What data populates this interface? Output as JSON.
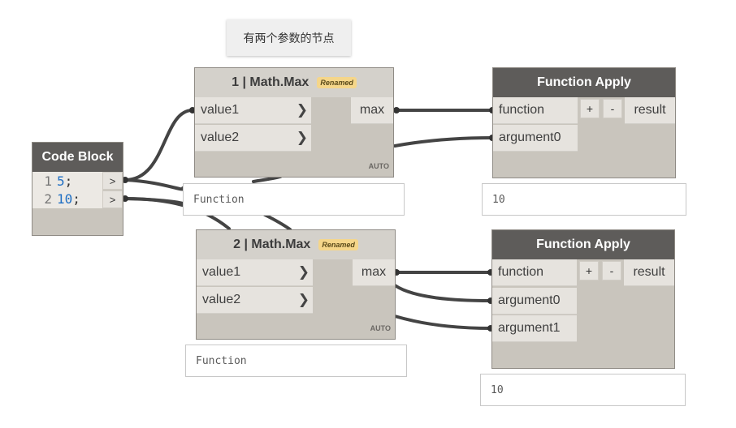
{
  "note": {
    "text": "有两个参数的节点"
  },
  "code_block": {
    "title": "Code Block",
    "lines": [
      {
        "number": "1",
        "code": "5",
        "suffix": ";"
      },
      {
        "number": "2",
        "code": "10",
        "suffix": ";"
      }
    ],
    "output_glyph": ">"
  },
  "max_nodes": [
    {
      "title": "1 | Math.Max",
      "badge": "Renamed",
      "inputs": [
        "value1",
        "value2"
      ],
      "output": "max",
      "lacing": "AUTO",
      "preview": "Function"
    },
    {
      "title": "2 | Math.Max",
      "badge": "Renamed",
      "inputs": [
        "value1",
        "value2"
      ],
      "output": "max",
      "lacing": "AUTO",
      "preview": "Function"
    }
  ],
  "apply_nodes": [
    {
      "title": "Function Apply",
      "inputs": [
        "function",
        "argument0"
      ],
      "add_label": "+",
      "remove_label": "-",
      "output": "result",
      "preview": "10"
    },
    {
      "title": "Function Apply",
      "inputs": [
        "function",
        "argument0",
        "argument1"
      ],
      "add_label": "+",
      "remove_label": "-",
      "output": "result",
      "preview": "10"
    }
  ],
  "colors": {
    "wire": "#444444",
    "header_dark": "#5e5c5a",
    "header_light": "#d4d1cb",
    "node_body": "#c9c5bd",
    "badge": "#f5d68a",
    "code_number": "#1f6fc4"
  }
}
